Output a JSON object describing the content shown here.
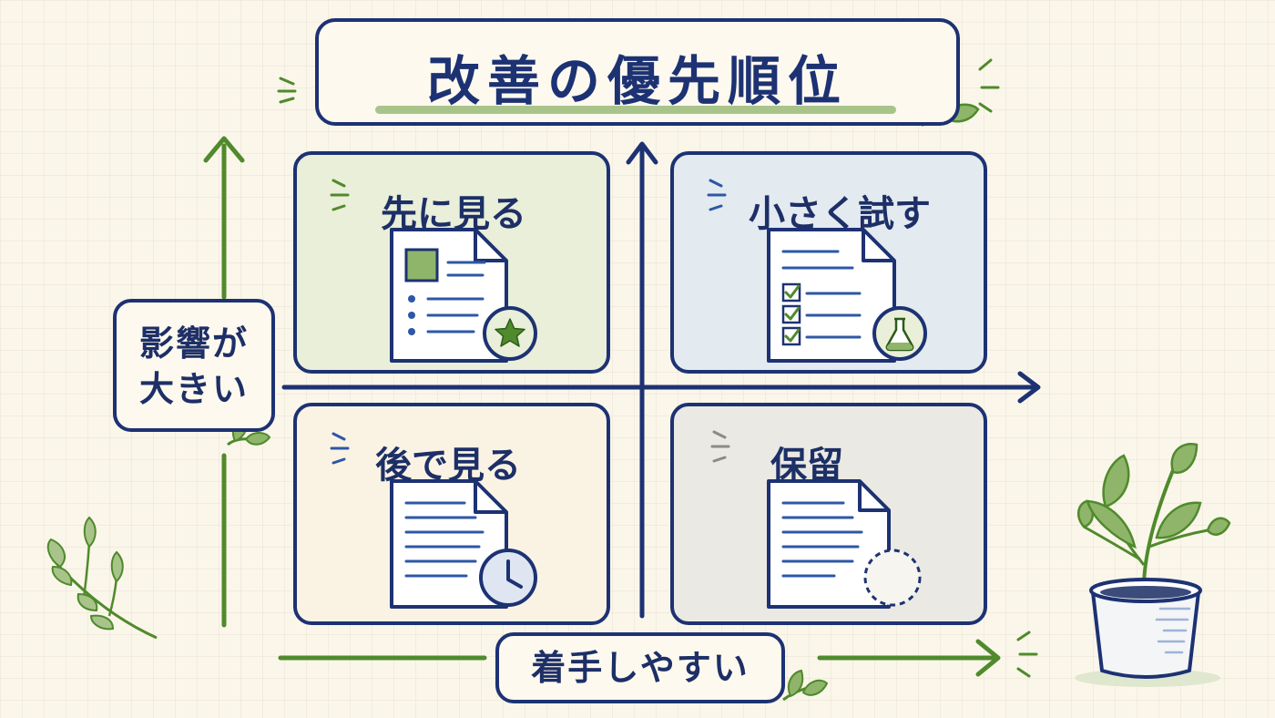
{
  "title": "改善の優先順位",
  "y_axis": {
    "line1": "影響が",
    "line2": "大きい"
  },
  "x_axis": {
    "label": "着手しやすい"
  },
  "quadrants": [
    {
      "label": "先に見る",
      "badge": "star-icon",
      "color": "#e9efd8"
    },
    {
      "label": "小さく試す",
      "badge": "flask-icon",
      "color": "#e3eaf0"
    },
    {
      "label": "後で見る",
      "badge": "clock-icon",
      "color": "#faf3e4"
    },
    {
      "label": "保留",
      "badge": "dashed-circle-icon",
      "color": "#eae9e3"
    }
  ],
  "colors": {
    "navy": "#1d3273",
    "green": "#4f8a2c",
    "leaf": "#8fb56a",
    "cream": "#fbf6ea"
  }
}
